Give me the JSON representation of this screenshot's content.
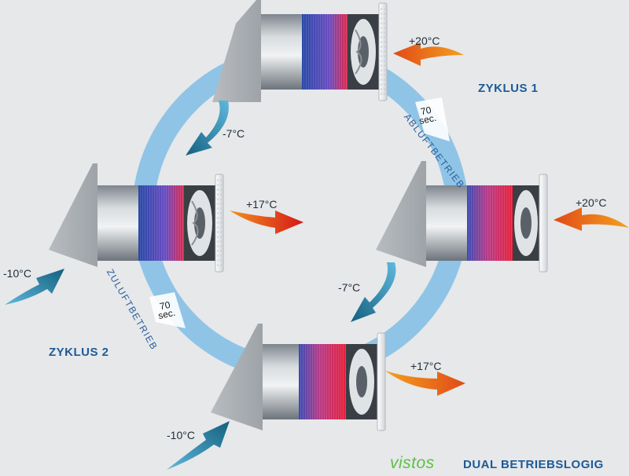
{
  "cycles": {
    "one": "ZYKLUS 1",
    "two": "ZYKLUS 2"
  },
  "modes": {
    "exhaust": "ABLUFTBETRIEB",
    "supply": "ZULUFTBETRIEB"
  },
  "timer": {
    "value": "70",
    "unit": "sec."
  },
  "temperatures": {
    "top_in": "+20°C",
    "top_out": "-7°C",
    "left_in": "-10°C",
    "left_out": "+17°C",
    "right_in": "+20°C",
    "right_out": "-7°C",
    "bottom_in": "-10°C",
    "bottom_out": "+17°C"
  },
  "branding": {
    "logo": "vistos",
    "product": "DUAL BETRIEBSLOGIG"
  },
  "colors": {
    "ring": "#8fc4e6",
    "cold_arrow": "#1a6e9a",
    "warm_arrow": "#f07a1e",
    "hot_arrow": "#d92a1a",
    "text_blue": "#1d5a96",
    "logo_green": "#5dc043"
  }
}
